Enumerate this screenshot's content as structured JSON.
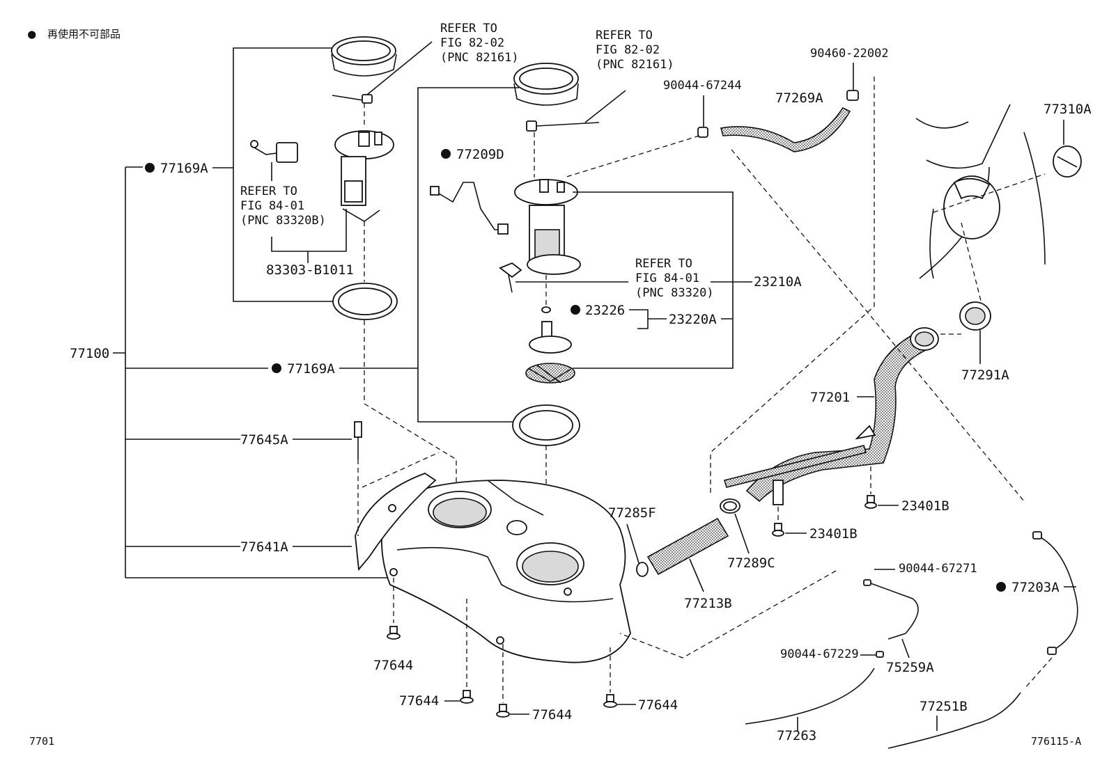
{
  "legend": {
    "bullet": "●",
    "text": "再使用不可部品"
  },
  "corner_left": "7701",
  "corner_right": "776115-A",
  "refs": {
    "ref_a": [
      "REFER TO",
      "FIG 82-02",
      "(PNC 82161)"
    ],
    "ref_b": [
      "REFER TO",
      "FIG 82-02",
      "(PNC 82161)"
    ],
    "ref_c": [
      "REFER TO",
      "FIG 84-01",
      "(PNC 83320B)"
    ],
    "ref_d": [
      "REFER TO",
      "FIG 84-01",
      "(PNC 83320)"
    ]
  },
  "parts": {
    "p77169A_top": "77169A",
    "p77169A_mid": "77169A",
    "p77100": "77100",
    "p77645A": "77645A",
    "p77641A": "77641A",
    "p83303": "83303-B1011",
    "p77209D": "77209D",
    "p23226": "23226",
    "p23220A": "23220A",
    "p23210A": "23210A",
    "p90044_67244": "90044-67244",
    "p77269A": "77269A",
    "p90460": "90460-22002",
    "p77310A": "77310A",
    "p77291A": "77291A",
    "p77201": "77201",
    "p23401B_a": "23401B",
    "p23401B_b": "23401B",
    "p77285F": "77285F",
    "p77289C": "77289C",
    "p77213B": "77213B",
    "p90044_67271": "90044-67271",
    "p77203A": "77203A",
    "p90044_67229": "90044-67229",
    "p75259A": "75259A",
    "p77251B": "77251B",
    "p77263": "77263",
    "p77644_a": "77644",
    "p77644_b": "77644",
    "p77644_c": "77644",
    "p77644_d": "77644"
  }
}
